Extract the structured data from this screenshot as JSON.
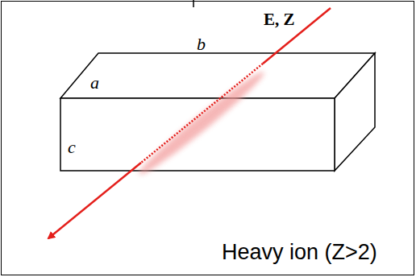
{
  "diagram": {
    "labels": [
      "a",
      "b",
      "c",
      "E, Z",
      "Heavy ion (Z>2)"
    ]
  }
}
